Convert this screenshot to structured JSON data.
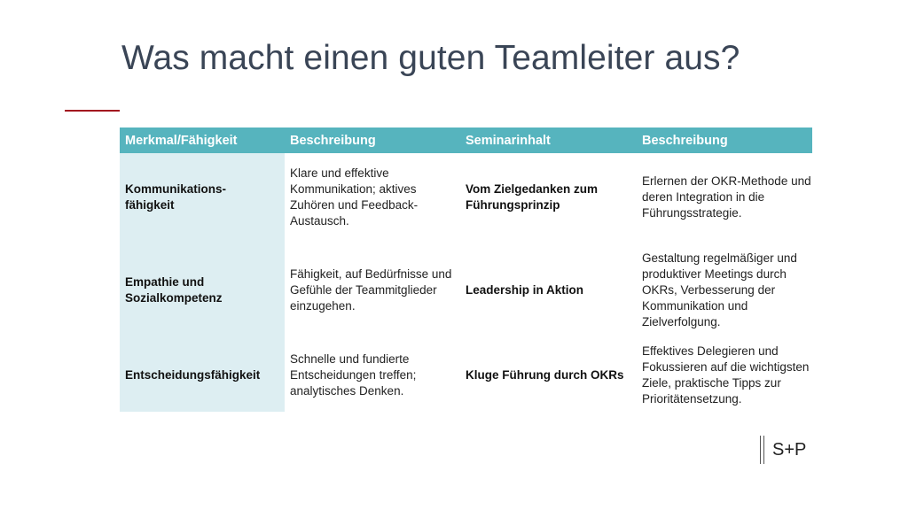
{
  "slide": {
    "title": "Was macht einen guten Teamleiter aus?",
    "accent_color": "#a3141f",
    "logo_text": "S+P"
  },
  "table": {
    "header_color": "#56b4be",
    "first_column_color": "#ddeef2",
    "headers": [
      "Merkmal/Fähigkeit",
      "Beschreibung",
      "Seminarinhalt",
      "Beschreibung"
    ],
    "rows": [
      {
        "merkmal": "Kommunikations-\nfähigkeit",
        "beschreibung": "Klare und effektive Kommunikation; aktives Zuhören und Feedback-Austausch.",
        "seminarinhalt": "Vom Zielgedanken zum Führungsprinzip",
        "seminar_beschreibung": "Erlernen der OKR-Methode und deren Integration in die Führungsstrategie."
      },
      {
        "merkmal": "Empathie und Sozialkompetenz",
        "beschreibung": "Fähigkeit, auf Bedürfnisse und Gefühle der Teammitglieder einzugehen.",
        "seminarinhalt": "Leadership in Aktion",
        "seminar_beschreibung": "Gestaltung regelmäßiger und produktiver Meetings durch OKRs, Verbesserung der Kommunikation und Zielverfolgung."
      },
      {
        "merkmal": "Entscheidungsfähigkeit",
        "beschreibung": "Schnelle und fundierte Entscheidungen treffen; analytisches Denken.",
        "seminarinhalt": "Kluge Führung durch OKRs",
        "seminar_beschreibung": "Effektives Delegieren und Fokussieren auf die wichtigsten Ziele, praktische Tipps zur Prioritätensetzung."
      }
    ]
  }
}
